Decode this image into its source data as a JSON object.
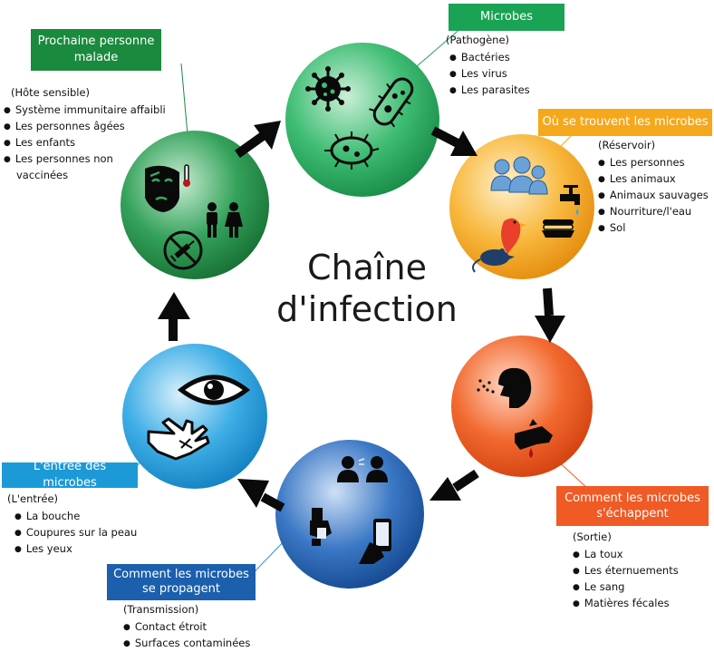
{
  "title": "Chaîne d'infection",
  "colors": {
    "microbes": "#1aa355",
    "reservoir": "#f6a81c",
    "sortie": "#f05a25",
    "transmission": "#1b5fad",
    "entree": "#1c9ad8",
    "hote": "#1a8a3e"
  },
  "nodes": {
    "microbes": {
      "label": "Microbes",
      "sub": "(Pathogène)",
      "items": [
        "Bactéries",
        "Les virus",
        "Les parasites"
      ]
    },
    "reservoir": {
      "label": "Où se trouvent les microbes",
      "sub": "(Réservoir)",
      "items": [
        "Les personnes",
        "Les animaux",
        "Animaux sauvages",
        "Nourriture/l'eau",
        "Sol"
      ]
    },
    "sortie": {
      "label_1": "Comment les microbes",
      "label_2": "s'échappent",
      "sub": "(Sortie)",
      "items": [
        "La toux",
        "Les éternuements",
        "Le sang",
        "Matières fécales"
      ]
    },
    "transmission": {
      "label_1": "Comment les microbes",
      "label_2": "se propagent",
      "sub": "(Transmission)",
      "items": [
        "Contact étroit",
        "Surfaces contaminées"
      ]
    },
    "entree": {
      "label": "L'entrée des microbes",
      "sub": "(L'entrée)",
      "items": [
        "La bouche",
        "Coupures sur la peau",
        "Les yeux"
      ]
    },
    "hote": {
      "label_1": "Prochaine personne",
      "label_2": "malade",
      "sub": "(Hôte sensible)",
      "items": [
        "Système immunitaire affaibli",
        "Les personnes âgées",
        "Les enfants",
        "Les personnes non"
      ],
      "item_cont": "vaccinées"
    }
  },
  "icons": {
    "microbes": [
      "virus-icon",
      "bacteria-icon",
      "parasite-icon"
    ],
    "reservoir": [
      "people-icon",
      "faucet-icon",
      "bird-icon",
      "rat-icon",
      "sandwich-icon"
    ],
    "sortie": [
      "coughing-person-icon",
      "bleeding-hand-icon"
    ],
    "transmission": [
      "two-people-talking-icon",
      "hand-holding-object-icon",
      "hand-holding-phone-icon"
    ],
    "entree": [
      "eye-icon",
      "cut-hand-icon"
    ],
    "hote": [
      "sick-face-thermometer-icon",
      "children-icon",
      "no-vaccine-icon"
    ]
  }
}
